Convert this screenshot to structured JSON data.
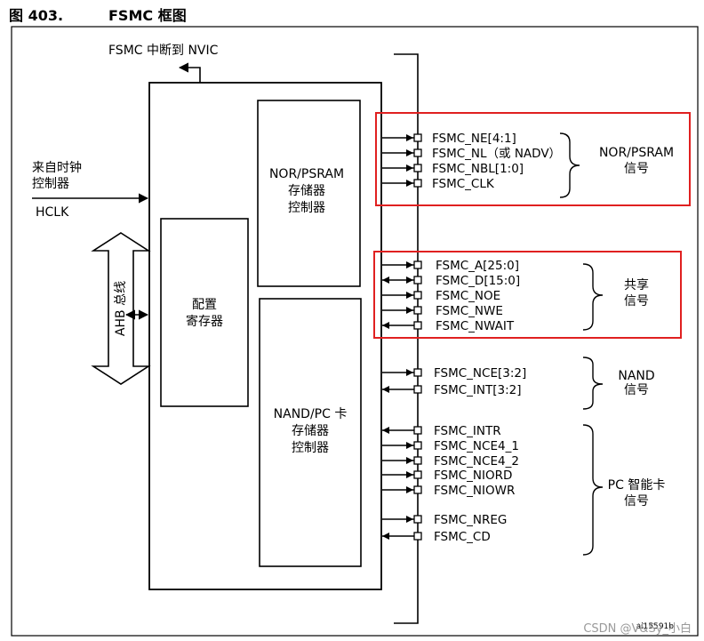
{
  "figure": {
    "number": "图 403.",
    "title": "FSMC 框图",
    "id_tag": "ai15591b"
  },
  "labels": {
    "interrupt": "FSMC 中断到 NVIC",
    "clock_line1": "来自时钟",
    "clock_line2": "控制器",
    "hclk": "HCLK",
    "ahb_bus": "AHB 总线",
    "config_line1": "配置",
    "config_line2": "寄存器",
    "nor_ctrl_line1": "NOR/PSRAM",
    "nor_ctrl_line2": "存储器",
    "nor_ctrl_line3": "控制器",
    "nand_ctrl_line1": "NAND/PC 卡",
    "nand_ctrl_line2": "存储器",
    "nand_ctrl_line3": "控制器"
  },
  "groups": [
    {
      "name_line1": "NOR/PSRAM",
      "name_line2": "信号",
      "highlighted": true,
      "signals": [
        {
          "label": "FSMC_NE[4:1]",
          "direction": "out"
        },
        {
          "label": "FSMC_NL（或 NADV）",
          "direction": "out"
        },
        {
          "label": "FSMC_NBL[1:0]",
          "direction": "out"
        },
        {
          "label": "FSMC_CLK",
          "direction": "out"
        }
      ]
    },
    {
      "name_line1": "共享",
      "name_line2": "信号",
      "highlighted": true,
      "signals": [
        {
          "label": "FSMC_A[25:0]",
          "direction": "out"
        },
        {
          "label": "FSMC_D[15:0]",
          "direction": "bidir"
        },
        {
          "label": "FSMC_NOE",
          "direction": "out"
        },
        {
          "label": "FSMC_NWE",
          "direction": "out"
        },
        {
          "label": "FSMC_NWAIT",
          "direction": "in"
        }
      ]
    },
    {
      "name_line1": "NAND",
      "name_line2": "信号",
      "highlighted": false,
      "signals": [
        {
          "label": "FSMC_NCE[3:2]",
          "direction": "out"
        },
        {
          "label": "FSMC_INT[3:2]",
          "direction": "in"
        }
      ]
    },
    {
      "name_line1": "PC 智能卡",
      "name_line2": "信号",
      "highlighted": false,
      "signals": [
        {
          "label": "FSMC_INTR",
          "direction": "in"
        },
        {
          "label": "FSMC_NCE4_1",
          "direction": "out"
        },
        {
          "label": "FSMC_NCE4_2",
          "direction": "out"
        },
        {
          "label": "FSMC_NIORD",
          "direction": "out"
        },
        {
          "label": "FSMC_NIOWR",
          "direction": "out"
        },
        {
          "label": "FSMC_NREG",
          "direction": "out"
        },
        {
          "label": "FSMC_CD",
          "direction": "in"
        }
      ]
    }
  ],
  "colors": {
    "highlight": "#e02020",
    "line": "#000000"
  },
  "watermark": "CSDN @V&Sy_小白"
}
